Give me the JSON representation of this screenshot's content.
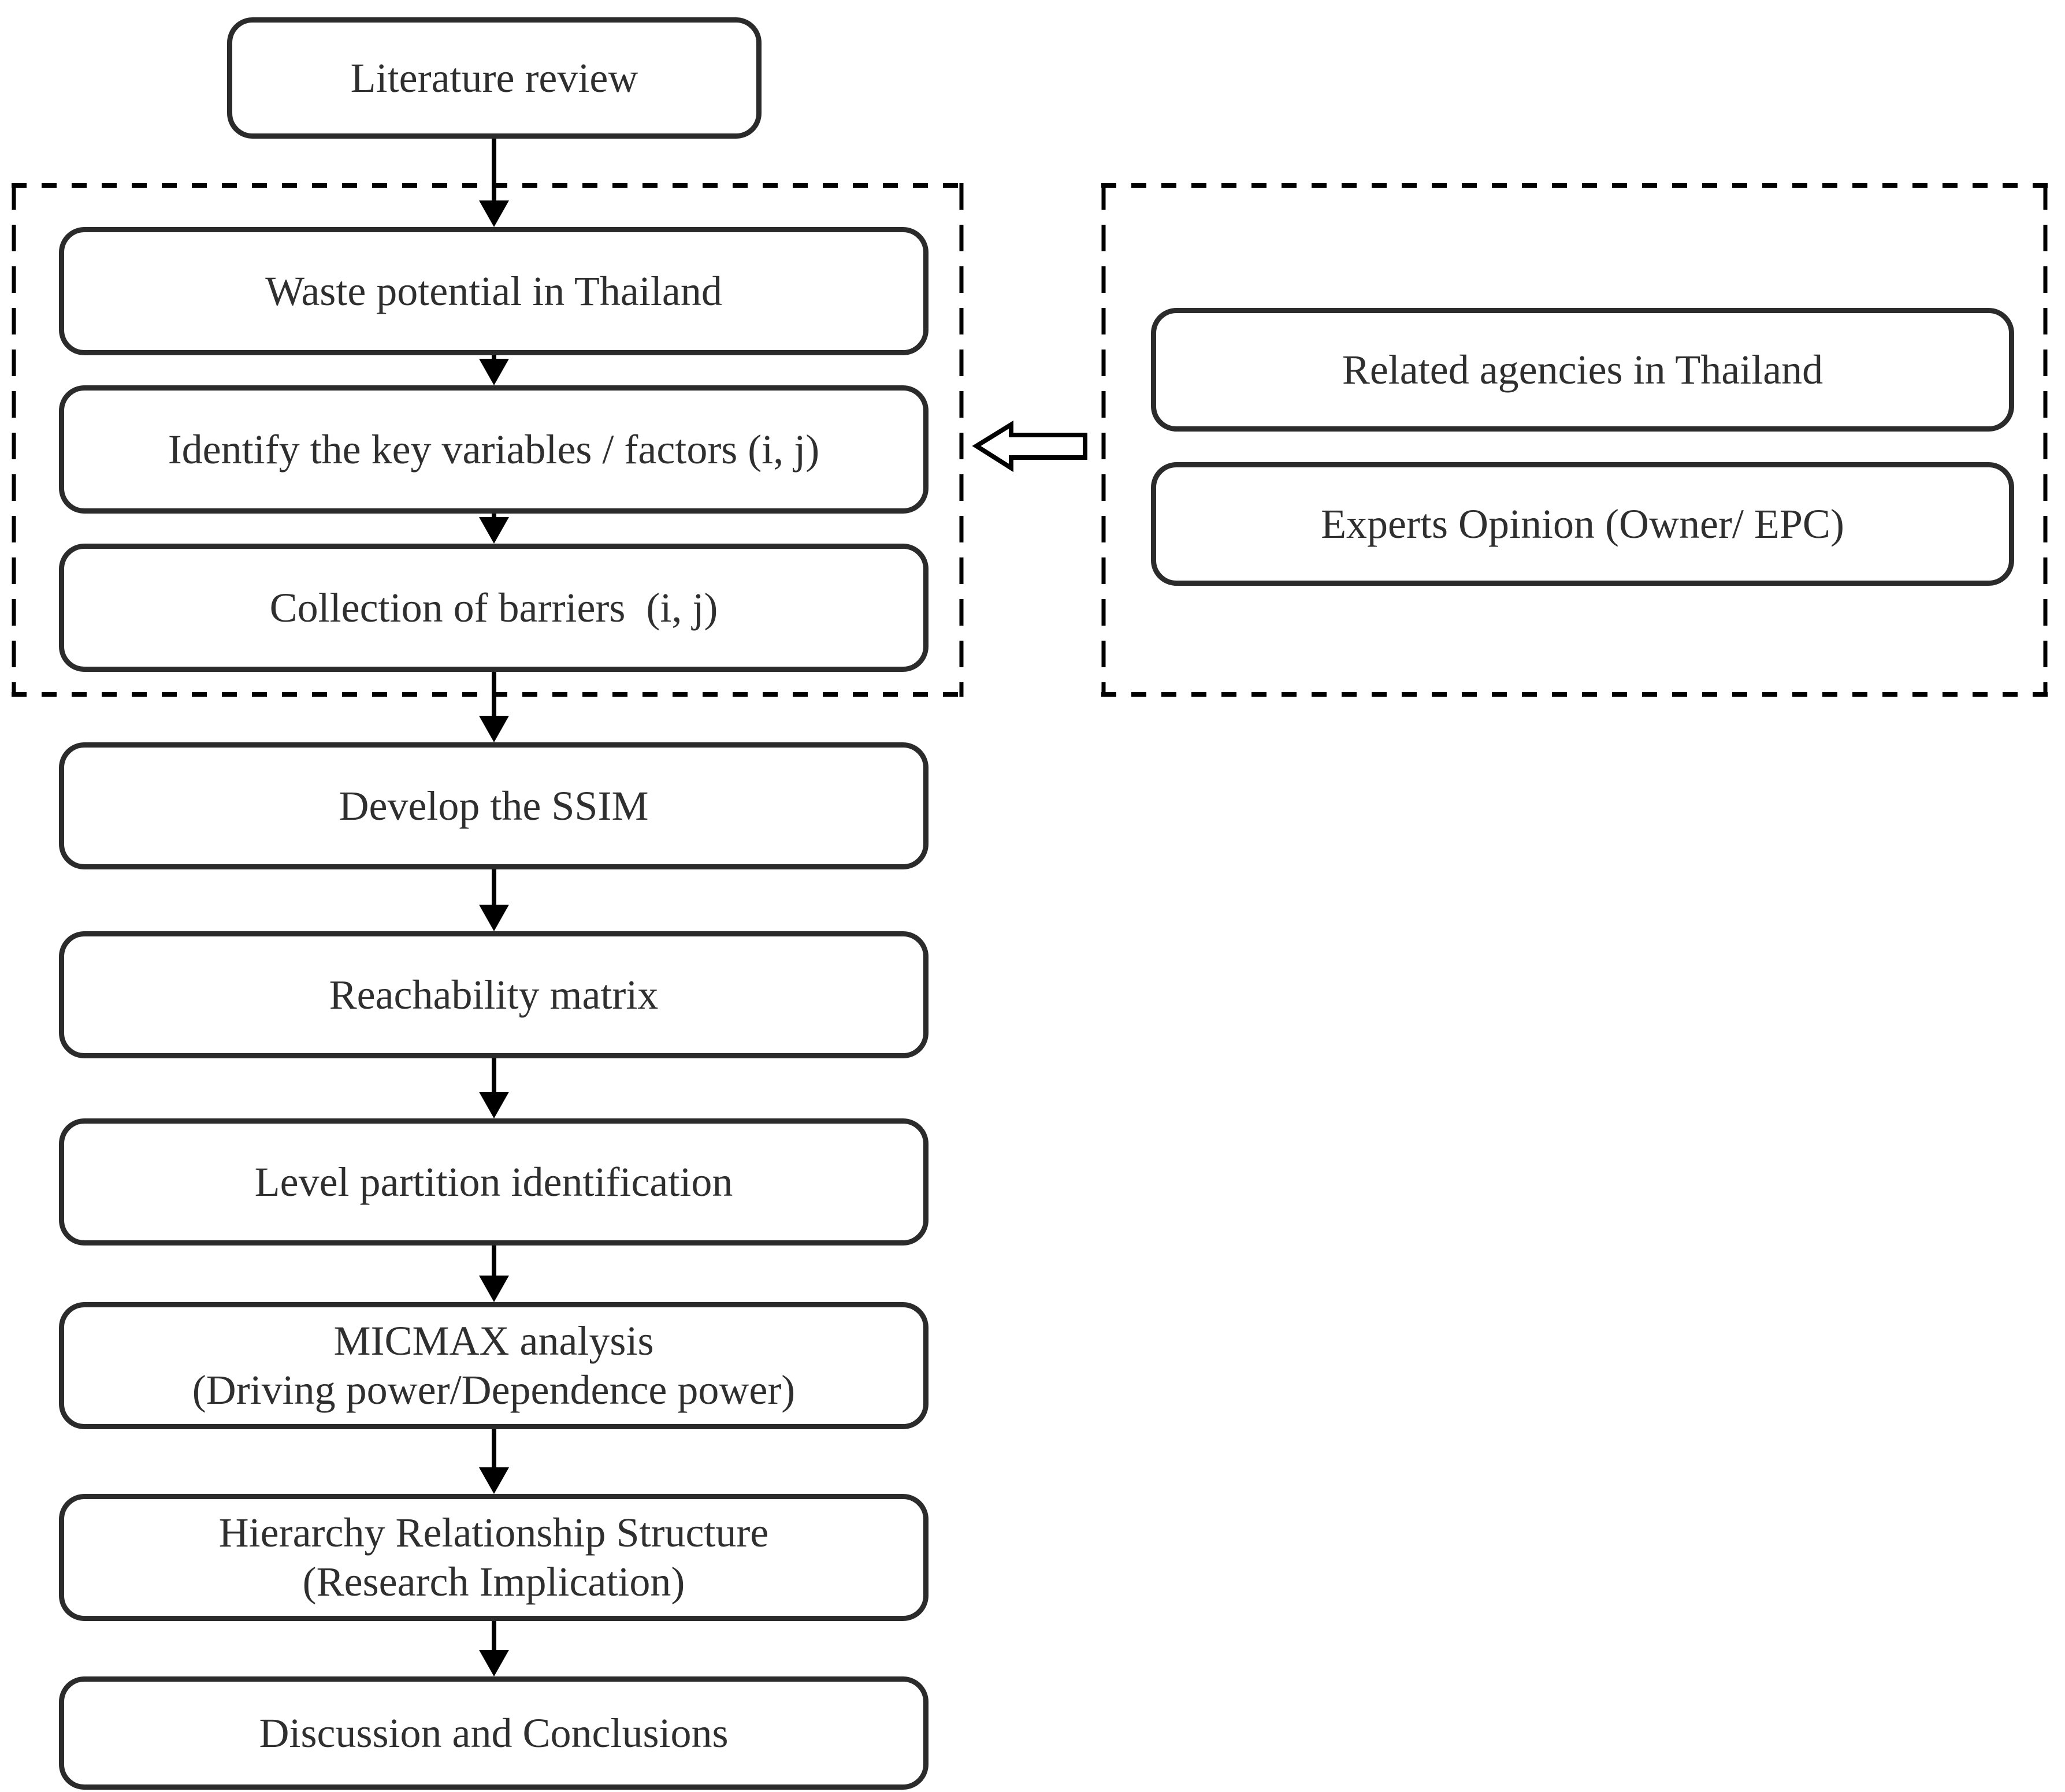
{
  "page": {
    "kind": "methodology flowchart"
  },
  "colors": {
    "page_bg": "#ffffff",
    "box_border": "#2b2b2b",
    "box_text": "#2f2f2f",
    "box_fill": "#ffffff",
    "arrow": "#000000",
    "dash": "#000000"
  },
  "flowchart": {
    "top_node": {
      "label": "Literature review"
    },
    "barrier_group": {
      "nodes": [
        {
          "label": "Waste potential in Thailand"
        },
        {
          "label": "Identify the key variables / factors (i, j)"
        },
        {
          "label": "Collection of barriers  (i, j)"
        }
      ]
    },
    "input_group": {
      "nodes": [
        {
          "label": "Related agencies in Thailand"
        },
        {
          "label": "Experts Opinion (Owner/ EPC)"
        }
      ]
    },
    "process_nodes": [
      {
        "label": "Develop the SSIM"
      },
      {
        "label": "Reachability matrix"
      },
      {
        "label": "Level partition identification"
      },
      {
        "label": "MICMAX analysis\n(Driving power/Dependence power)"
      },
      {
        "label": "Hierarchy Relationship Structure\n(Research Implication)"
      },
      {
        "label": "Discussion and Conclusions"
      }
    ]
  }
}
